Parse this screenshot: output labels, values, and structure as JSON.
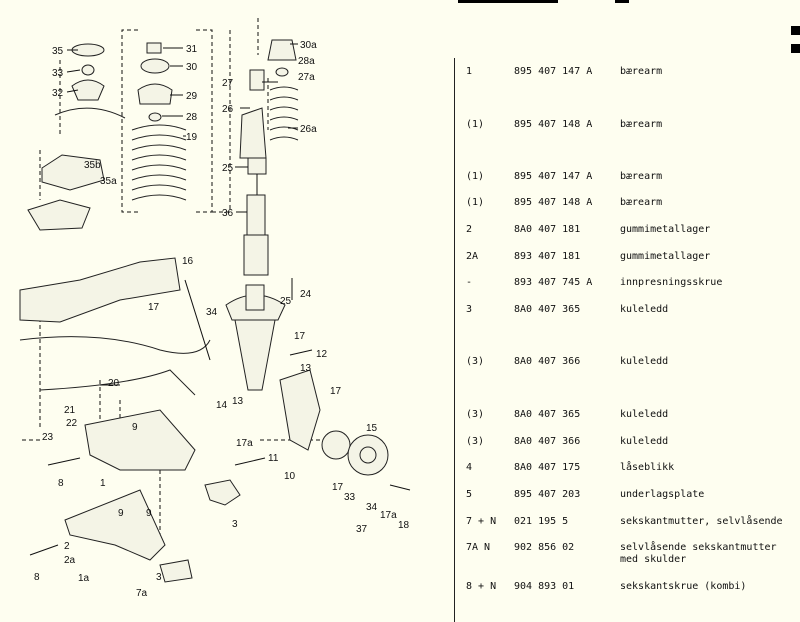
{
  "diagram": {
    "callouts": [
      "35",
      "33",
      "32",
      "31",
      "30",
      "29",
      "28",
      "19",
      "30a",
      "28a",
      "27",
      "27a",
      "26",
      "26a",
      "25",
      "35b",
      "35a",
      "36",
      "24",
      "16",
      "17",
      "34",
      "25",
      "17",
      "12",
      "13",
      "20",
      "14",
      "13",
      "21",
      "22",
      "23",
      "9",
      "9",
      "17",
      "17a",
      "11",
      "10",
      "15",
      "8",
      "1",
      "17",
      "33",
      "34",
      "17a",
      "18",
      "37",
      "2",
      "2a",
      "1a",
      "8",
      "3",
      "7a",
      "9",
      "3"
    ]
  },
  "parts": [
    {
      "pos": "1",
      "number": "895 407 147 A",
      "description": [
        "bærearm"
      ]
    },
    {
      "pos": "(1)",
      "number": "895 407 148 A",
      "description": [
        "bærearm"
      ]
    },
    {
      "pos": "(1)",
      "number": "895 407 147 A",
      "description": [
        "bærearm"
      ]
    },
    {
      "pos": "(1)",
      "number": "895 407 148 A",
      "description": [
        "bærearm"
      ]
    },
    {
      "pos": "2",
      "number": "8A0 407 181",
      "description": [
        "gummimetallager"
      ]
    },
    {
      "pos": "2A",
      "number": "893 407 181",
      "description": [
        "gummimetallager"
      ]
    },
    {
      "pos": "-",
      "number": "893 407 745 A",
      "description": [
        "innpresningsskrue"
      ]
    },
    {
      "pos": "3",
      "number": "8A0 407 365",
      "description": [
        "kuleledd"
      ]
    },
    {
      "pos": "(3)",
      "number": "8A0 407 366",
      "description": [
        "kuleledd"
      ]
    },
    {
      "pos": "(3)",
      "number": "8A0 407 365",
      "description": [
        "kuleledd"
      ]
    },
    {
      "pos": "(3)",
      "number": "8A0 407 366",
      "description": [
        "kuleledd"
      ]
    },
    {
      "pos": "4",
      "number": "8A0 407 175",
      "description": [
        "låseblikk"
      ]
    },
    {
      "pos": "5",
      "number": "895 407 203",
      "description": [
        "underlagsplate"
      ]
    },
    {
      "pos": "7 + N",
      "number": "021 195 5",
      "description": [
        "sekskantmutter, selvlåsende"
      ]
    },
    {
      "pos": "7A    N",
      "number": "902 856 02",
      "description": [
        "selvlåsende sekskantmutter",
        "med skulder"
      ]
    },
    {
      "pos": "8 + N",
      "number": "904 893 01",
      "description": [
        "sekskantskrue (kombi)"
      ]
    }
  ]
}
